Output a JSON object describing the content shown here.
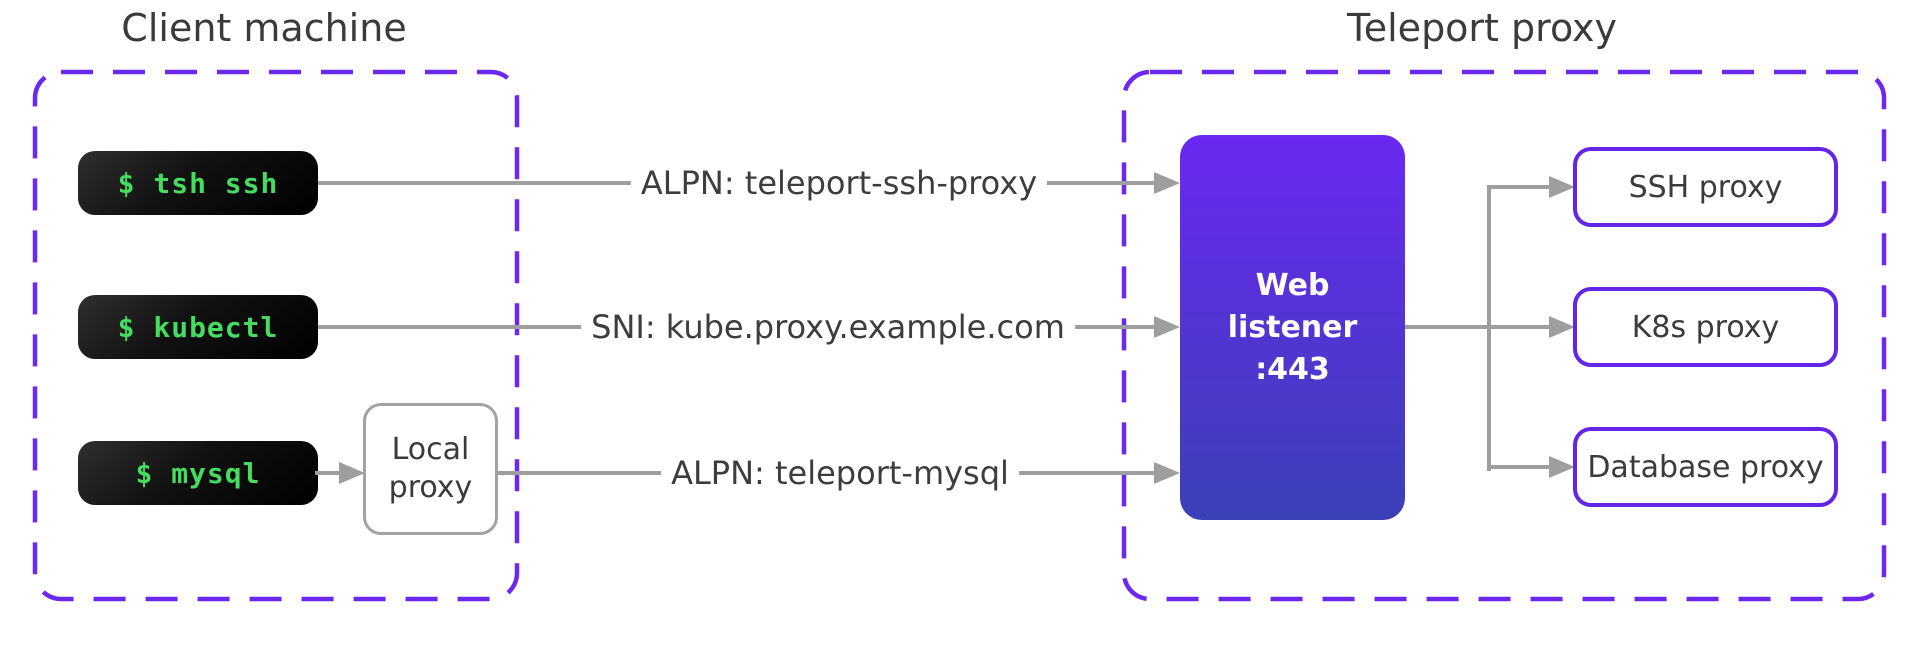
{
  "diagram": {
    "client": {
      "title": "Client machine",
      "terminals": [
        {
          "command": "$ tsh ssh"
        },
        {
          "command": "$ kubectl"
        },
        {
          "command": "$ mysql"
        }
      ],
      "local_proxy_label": "Local proxy"
    },
    "connections": [
      {
        "label": "ALPN: teleport-ssh-proxy"
      },
      {
        "label": "SNI: kube.proxy.example.com"
      },
      {
        "label": "ALPN: teleport-mysql"
      }
    ],
    "teleport": {
      "title": "Teleport proxy",
      "web_listener_label": "Web listener :443",
      "proxies": [
        {
          "label": "SSH proxy"
        },
        {
          "label": "K8s proxy"
        },
        {
          "label": "Database proxy"
        }
      ]
    },
    "colors": {
      "boundary_purple": "#6C28F0",
      "proxy_border_purple": "#6325E8",
      "web_listener_gradient_top": "#6A28F1",
      "web_listener_gradient_bottom": "#3B40B6",
      "terminal_green": "#45DC5F",
      "terminal_background": "#111111",
      "connector_gray": "#9E9E9E",
      "text_dark": "#3B3B3B"
    }
  }
}
